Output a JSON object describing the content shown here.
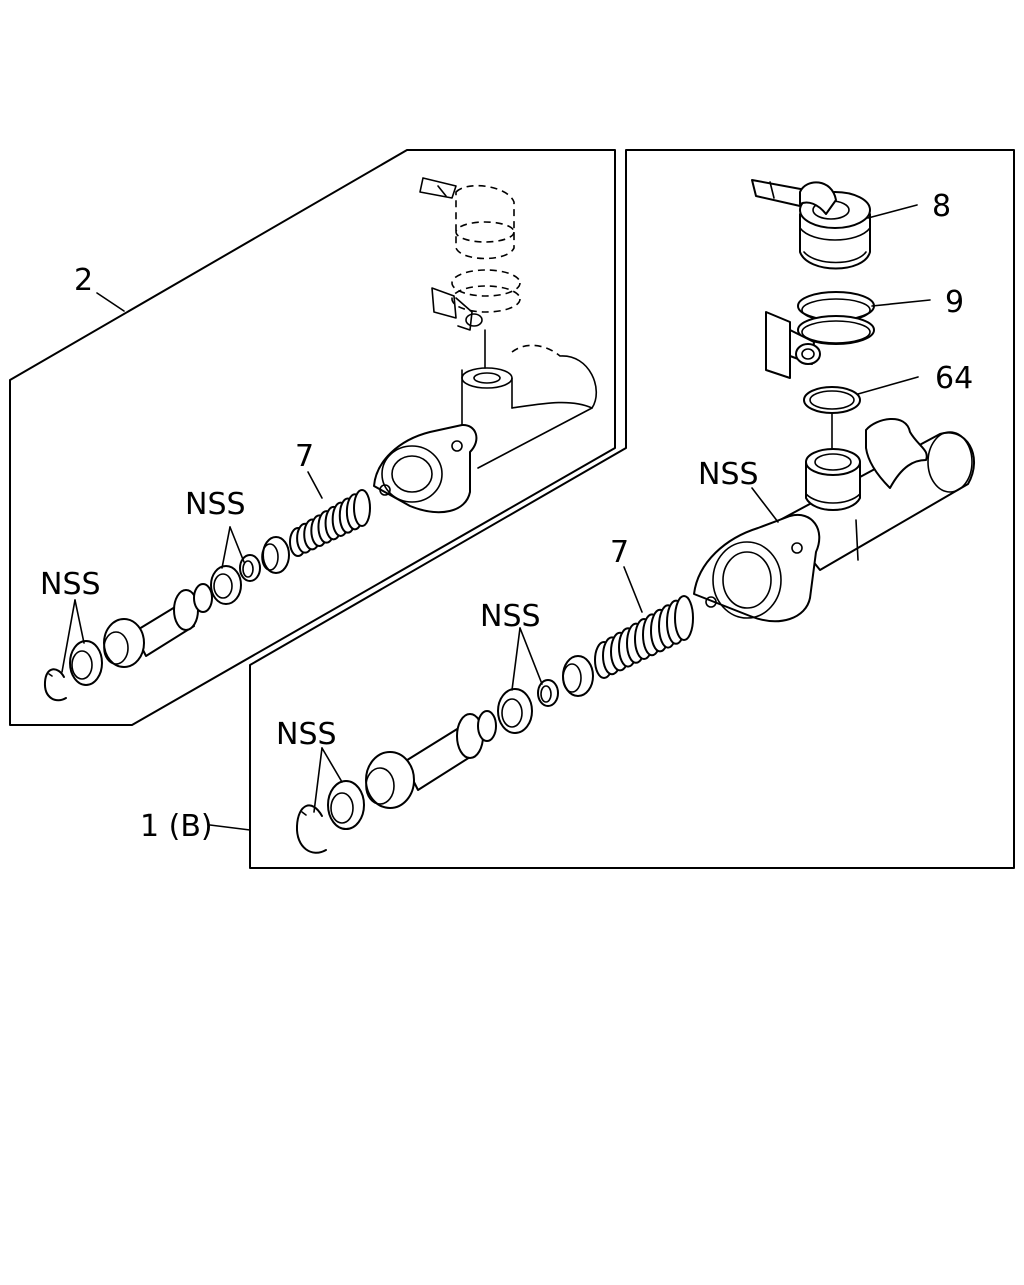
{
  "labels": {
    "callout_2": "2",
    "callout_1b": "1 (B)",
    "callout_7_left": "7",
    "callout_7_right": "7",
    "callout_8": "8",
    "callout_9": "9",
    "callout_64": "64",
    "nss_left_lower": "NSS",
    "nss_left_upper": "NSS",
    "nss_right_lower": "NSS",
    "nss_right_middle": "NSS",
    "nss_right_body": "NSS"
  }
}
